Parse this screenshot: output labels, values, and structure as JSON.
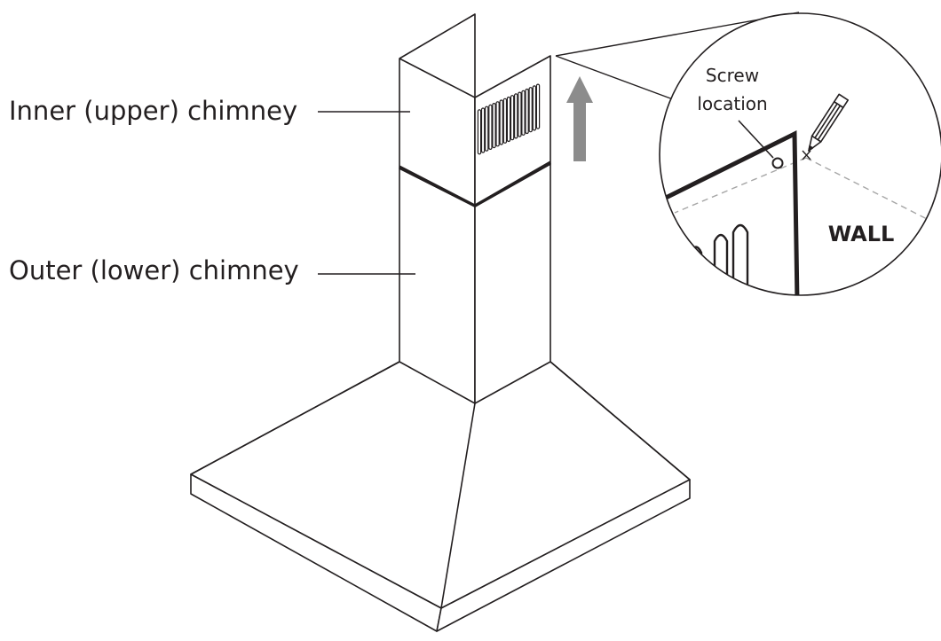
{
  "labels": {
    "inner_chimney": "Inner (upper) chimney",
    "outer_chimney": "Outer (lower) chimney",
    "screw_location_line1": "Screw",
    "screw_location_line2": "location",
    "wall": "WALL"
  },
  "colors": {
    "line": "#231f20",
    "arrow": "#8c8c8c",
    "dashed": "#a6a6a6",
    "background": "#ffffff"
  },
  "icons": {
    "up_arrow": "up-arrow-icon",
    "pencil": "pencil-icon",
    "screw": "screw-hole-icon"
  }
}
